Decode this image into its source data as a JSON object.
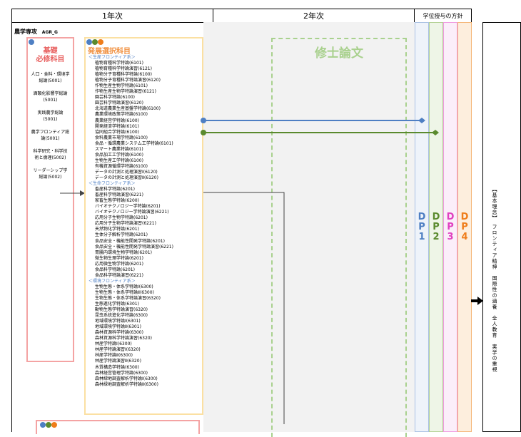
{
  "header": {
    "year1": "1年次",
    "year2": "2年次",
    "policy": "学位授与の方針"
  },
  "program": {
    "name": "農学専攻",
    "code": "AGR_G"
  },
  "required": {
    "title_line1": "基礎",
    "title_line2": "必修科目",
    "items": [
      "人口・食料・環境学\n総論(5001)",
      "酒類化影響学総論\n(5001)",
      "実践農学総論\n(5001)",
      "農学フロンティア総\n論(5001)",
      "科学研究・科学技\n術と倫理(5002)",
      "リーダーシップ学\n総論(5002)"
    ]
  },
  "elective": {
    "title": "発展選択科目",
    "groups": [
      {
        "name": "＜生産フロンティア系＞",
        "courses": [
          "植物育種科学特論(6101)",
          "植物育種科学特論演習(6121)",
          "植物分子育種科学特論(6100)",
          "植物分子育種科学特論演習(6120)",
          "作物生産生物学特論(6101)",
          "作物生産生物学特論演習(6121)",
          "園芸科学特論(6100)",
          "園芸科学特論演習(6120)",
          "北海道農業生産基盤学特論(6100)",
          "農業環境政策学特論(6100)",
          "農業経営学特論(6100)",
          "開発経済学特論(6101)",
          "協同組合学特論(6100)",
          "食料農業市場学特論(6100)",
          "食品・循環農業システム工学特論(6101)",
          "スマート農業特論(6101)",
          "食品加工工学特論(6100)",
          "生物生産工学特論(6100)",
          "有機資源循環学特論(6100)",
          "データの計測と処理演習Ⅰ(6120)",
          "データの計測と処理演習Ⅱ(6120)"
        ]
      },
      {
        "name": "＜生命フロンティア系＞",
        "courses": [
          "畜産科学特論(6201)",
          "畜産科学特論演習(6221)",
          "家畜生態学特論(6200)",
          "バイオテクノロジー学特論(6201)",
          "バイオテクノロジー学特論演習(6221)",
          "応用分子生物学特論(6201)",
          "応用分子生物学特論演習(6221)",
          "天然物化学特論(6201)",
          "生体分子解析学特論(6201)",
          "食品安全・機能性開発学特論(6201)",
          "食品安全・機能性開発学特論演習(6221)",
          "胃腸内環境生物学特論(6201)",
          "微生物生理学特論(6201)",
          "応用微生物学特論(6201)",
          "食品科学特論(6201)",
          "食品科学特論演習(6221)"
        ]
      },
      {
        "name": "＜環境フロンティア系＞",
        "courses": [
          "生物生態・体系学特論Ⅰ(6300)",
          "生物生態・体系学特論Ⅱ(6300)",
          "生物生態・体系学特論演習(6320)",
          "生態進化学特論(6301)",
          "動物生態学特論演習(6320)",
          "昆虫系統進化学特論(6300)",
          "地域環境学特論Ⅰ(6301)",
          "地域環境学特論Ⅱ(6301)",
          "森林資源科学特論(6300)",
          "森林資源科学特論演習(6320)",
          "林産学特論Ⅰ(6300)",
          "林産学特論演習Ⅰ(6320)",
          "林産学特論Ⅱ(6300)",
          "林産学特論演習Ⅱ(6320)",
          "木質構造学特論(6300)",
          "森林経営管理学特論(6300)",
          "森林緑地調査解析学特論Ⅰ(6300)",
          "森林緑地調査解析学特論Ⅱ(6300)"
        ]
      }
    ]
  },
  "thesis": {
    "title": "修士論文"
  },
  "dp": [
    {
      "label": "DP1",
      "color": "#4e7fc3",
      "bg": "#eef3fa",
      "border": "#a9c1e3"
    },
    {
      "label": "DP2",
      "color": "#5a8a2e",
      "bg": "#eef5e7",
      "border": "#b2d193"
    },
    {
      "label": "DP3",
      "color": "#e040c0",
      "bg": "#fbeefa",
      "border": "#ef9ae0"
    },
    {
      "label": "DP4",
      "color": "#ef7d1a",
      "bg": "#fdeedd",
      "border": "#f5b577"
    }
  ],
  "philosophy": {
    "text": "【基本理念】　フロンティア精神　国際性の涵養　全人教育　実学の重視"
  },
  "colors": {
    "required_border": "#f4a3a3",
    "required_title": "#e8605f",
    "elective_border": "#fbe0a2",
    "elective_title": "#f09040",
    "thesis_border": "#a9d18e",
    "thesis_title": "#a9d18e",
    "gray_bg": "#f2f2f2",
    "blue": "#4e7fc3",
    "green": "#5a8a2e",
    "orange": "#ef7d1a"
  }
}
